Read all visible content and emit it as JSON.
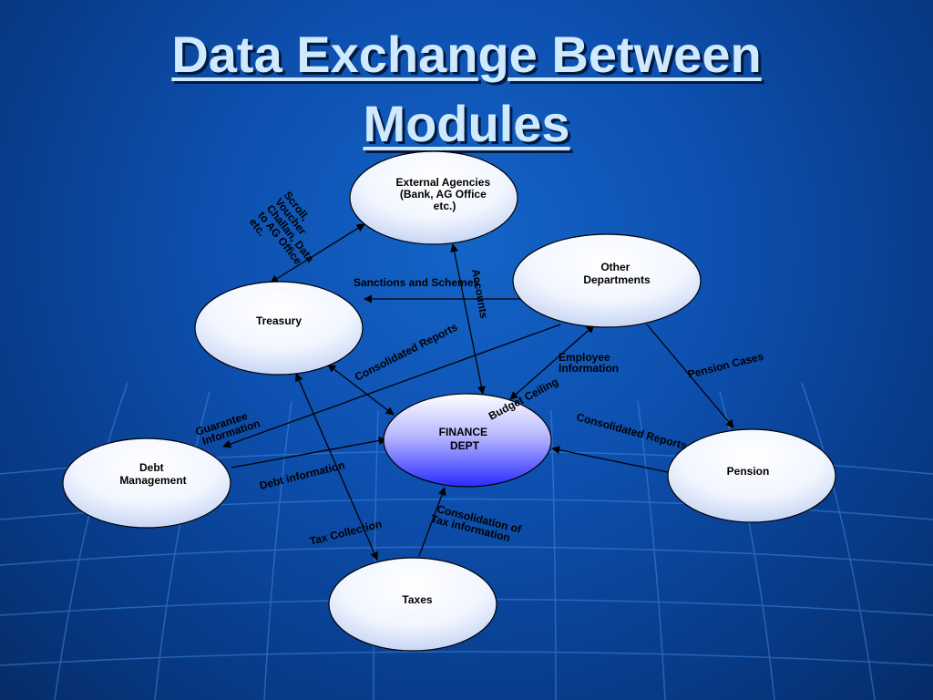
{
  "title": {
    "line1": "Data Exchange Between",
    "line2": "Modules"
  },
  "nodes": {
    "external": [
      "External Agencies",
      "(Bank, AG Office",
      "etc.)"
    ],
    "other": [
      "Other",
      "Departments"
    ],
    "treasury": [
      "Treasury"
    ],
    "finance": [
      "FINANCE",
      "DEPT"
    ],
    "debt": [
      "Debt",
      "Management"
    ],
    "pension": [
      "Pension"
    ],
    "taxes": [
      "Taxes"
    ]
  },
  "edges": {
    "scroll": [
      "Scroll,",
      "Voucher",
      "Challan, Data",
      "to AG Office",
      "etc."
    ],
    "sanctions": "Sanctions and Schemes",
    "accounts": "Accounts",
    "consolidated_reports_1": "Consolidated Reports",
    "employee": [
      "Employee",
      "Information"
    ],
    "pension_cases": "Pension Cases",
    "budget_ceiling": "Budget Ceiling",
    "guarantee": [
      "Guarantee",
      "Information"
    ],
    "consolidated_reports_2": "Consolidated Reports",
    "debt_info": "Debt  information",
    "consolidation_tax": [
      "Consolidation of",
      "Tax information"
    ],
    "tax_collection": "Tax  Collection"
  },
  "colors": {
    "node_fill": "#ffffff",
    "finance_fill": "#3333ff",
    "arrow": "#000000"
  }
}
